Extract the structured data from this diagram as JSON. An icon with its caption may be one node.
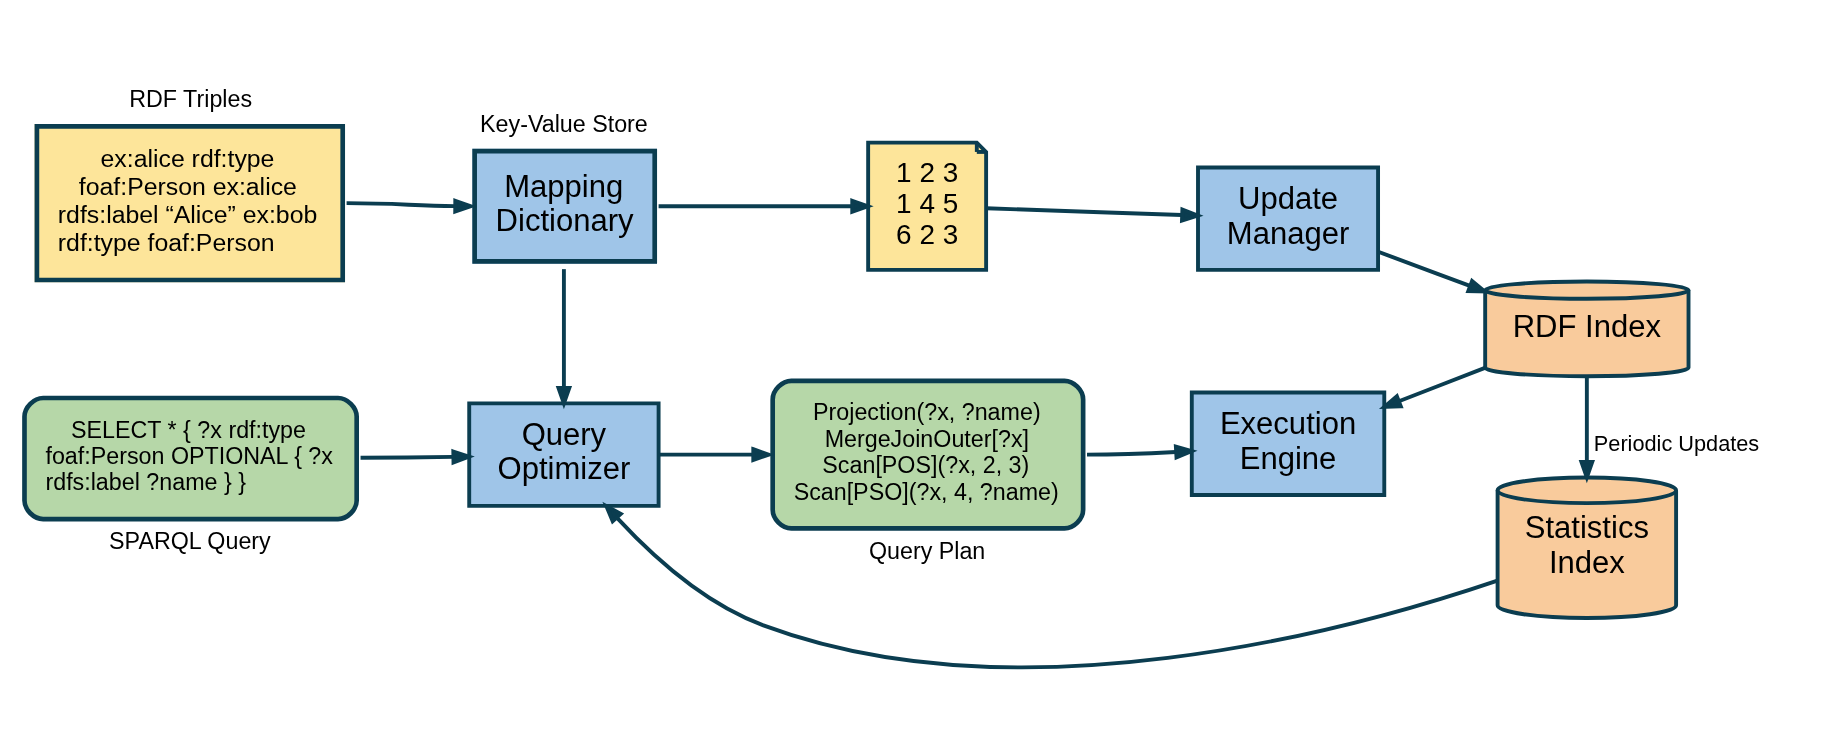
{
  "diagram": {
    "nodes": [
      {
        "text": [
          "ex:alice rdf:type foaf:Person ex:alice rdfs:label “Alice” ex:bob rdf:type foaf:Person"
        ],
        "beside": [
          "RDF Triples"
        ]
      },
      {
        "text": [
          "Mapping Dictionary"
        ],
        "beside": [
          "Key-Value Store"
        ]
      },
      {
        "text": [
          "1 2 3 1 4 5 6 2 3"
        ]
      },
      {
        "text": [
          "Update Manager"
        ]
      },
      {
        "text": [
          "RDF Index"
        ]
      },
      {
        "text": [
          "SELECT * { ?x rdf:type foaf:Person OPTIONAL { ?x rdfs:label ?name } }"
        ],
        "beside": [
          "SPARQL Query"
        ]
      },
      {
        "text": [
          "Query Optimizer"
        ]
      },
      {
        "text": [
          "Projection(?x, ?name) MergeJoinOuter[?x] Scan[POS](?x, 2, 3) Scan[PSO](?x, 4, ?name)"
        ],
        "beside": [
          "Query Plan"
        ]
      },
      {
        "text": [
          "Execution Engine"
        ]
      },
      {
        "text": [
          "Statistics Index"
        ]
      }
    ],
    "edges": [
      {
        "from": 0,
        "to": 1,
        "arrow": "to"
      },
      {
        "from": 1,
        "to": 2,
        "arrow": "to"
      },
      {
        "from": 2,
        "to": 3,
        "arrow": "to"
      },
      {
        "from": 3,
        "to": 4,
        "arrow": "to"
      },
      {
        "from": 1,
        "to": 6,
        "arrow": "to"
      },
      {
        "from": 5,
        "to": 6,
        "arrow": "to"
      },
      {
        "from": 6,
        "to": 7,
        "arrow": "to"
      },
      {
        "from": 7,
        "to": 8,
        "arrow": "to"
      },
      {
        "from": 4,
        "to": 8,
        "arrow": "to"
      },
      {
        "from": 4,
        "to": 9,
        "arrow": "to",
        "label": "Periodic Updates"
      },
      {
        "from": 9,
        "to": 6,
        "arrow": "to"
      }
    ]
  }
}
